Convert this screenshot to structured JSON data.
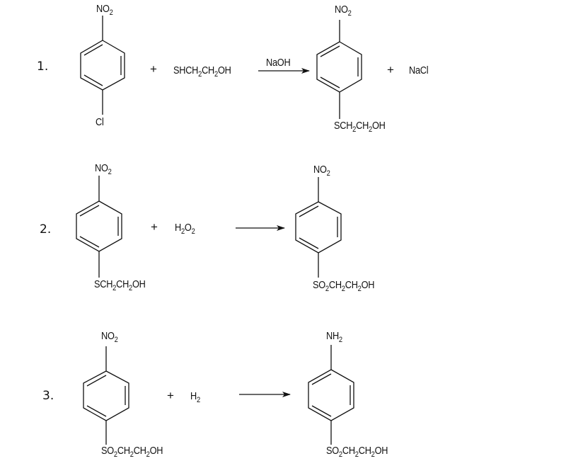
{
  "diagram": {
    "type": "reaction-scheme",
    "reactions": [
      {
        "step": "1.",
        "reactant_1": {
          "top": "NO2",
          "bottom": "Cl",
          "ring": "benzene"
        },
        "plus_1": "+",
        "reactant_2": "SHCH2CH2OH",
        "arrow_label": "NaOH",
        "product_1": {
          "top": "NO2",
          "bottom": "SCH2CH2OH",
          "ring": "benzene"
        },
        "plus_2": "+",
        "product_2": "NaCl"
      },
      {
        "step": "2.",
        "reactant_1": {
          "top": "NO2",
          "bottom": "SCH2CH2OH",
          "ring": "benzene"
        },
        "plus_1": "+",
        "reactant_2": "H2O2",
        "arrow_label": "",
        "product_1": {
          "top": "NO2",
          "bottom": "SO2CH2CH2OH",
          "ring": "benzene"
        }
      },
      {
        "step": "3.",
        "reactant_1": {
          "top": "NO2",
          "bottom": "SO2CH2CH2OH",
          "ring": "benzene"
        },
        "plus_1": "+",
        "reactant_2": "H2",
        "arrow_label": "",
        "product_1": {
          "top": "NH2",
          "bottom": "SO2CH2CH2OH",
          "ring": "benzene"
        }
      }
    ]
  },
  "labels": {
    "r1_step": "1.",
    "r1_plus": "+",
    "r1_plus2": "+",
    "r1_nacl": "NaCl",
    "r1_naoh": "NaOH",
    "r2_step": "2.",
    "r2_plus": "+",
    "r3_step": "3.",
    "r3_plus": "+"
  }
}
